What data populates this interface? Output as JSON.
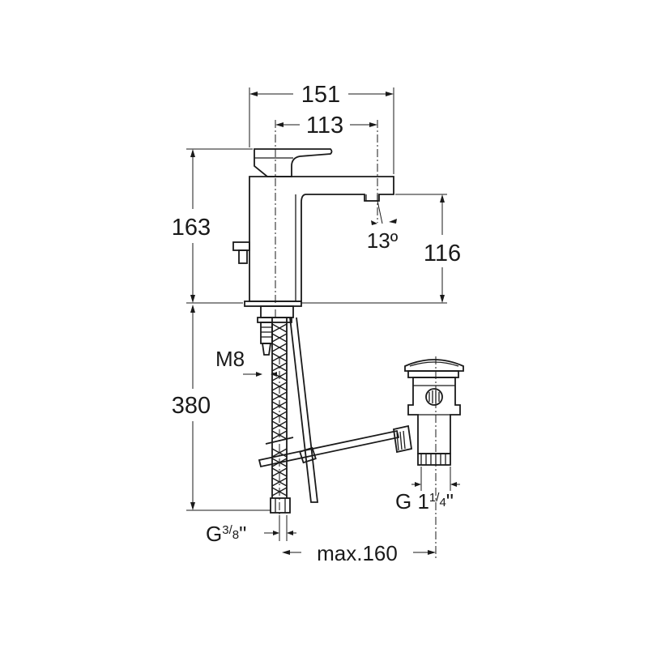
{
  "drawing": {
    "dimensions": {
      "total_width": "151",
      "spout_reach": "113",
      "total_height": "163",
      "spout_height": "116",
      "spout_angle": "13º",
      "hose_length": "380",
      "stud_thread": "M8",
      "waste_thread_prefix": "G 1",
      "waste_thread_num": "1",
      "waste_thread_den": "4",
      "waste_thread_suffix": "\"",
      "hose_thread_prefix": "G",
      "hose_thread_num": "3",
      "hose_thread_den": "8",
      "hose_thread_suffix": "\"",
      "max_distance": "max.160"
    }
  }
}
